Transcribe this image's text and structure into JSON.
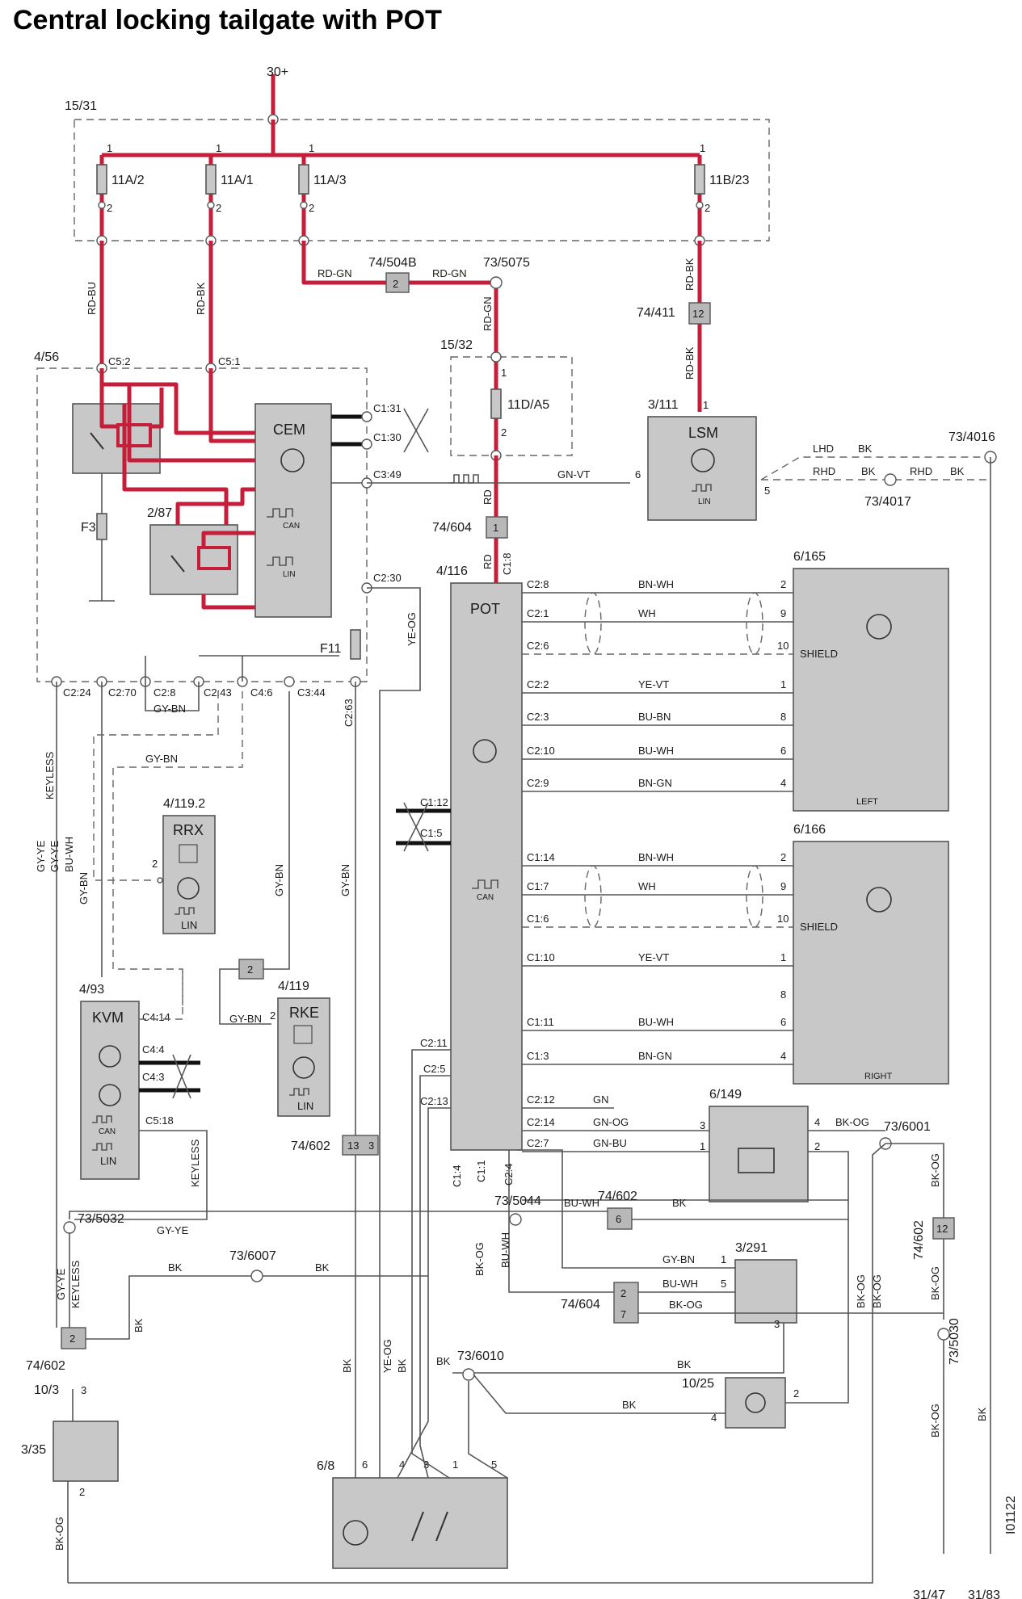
{
  "title": "Central locking tailgate with POT",
  "diagram_id": "I01122",
  "supply": {
    "terminal": "30+",
    "box": "15/31",
    "box2": "15/32"
  },
  "fuses": {
    "f1": "11A/2",
    "f2": "11A/1",
    "f3": "11A/3",
    "f4": "11B/23",
    "f5": "11D/A5",
    "f6": "F3",
    "f7": "F11",
    "pin1": "1",
    "pin2": "2"
  },
  "wires": {
    "rd_bu": "RD-BU",
    "rd_bk": "RD-BK",
    "rd_gn": "RD-GN",
    "rd": "RD",
    "gn_vt": "GN-VT",
    "bk": "BK",
    "ye_og": "YE-OG",
    "gy_bn": "GY-BN",
    "gy_ye": "GY-YE",
    "bu_wh": "BU-WH",
    "keyless": "KEYLESS",
    "bn_wh": "BN-WH",
    "wh": "WH",
    "ye_vt": "YE-VT",
    "bu_bn": "BU-BN",
    "bn_gn": "BN-GN",
    "gn": "GN",
    "gn_og": "GN-OG",
    "gn_bu": "GN-BU",
    "bk_og": "BK-OG",
    "lhd": "LHD",
    "rhd": "RHD"
  },
  "connectors": {
    "c504b": "74/504B",
    "c411": "74/411",
    "c604": "74/604",
    "c602": "74/602",
    "s5075": "73/5075",
    "s4016": "73/4016",
    "s4017": "73/4017",
    "s6001": "73/6001",
    "s5044": "73/5044",
    "s5032": "73/5032",
    "s6007": "73/6007",
    "s5030": "73/5030",
    "s6010": "73/6010",
    "g3147": "31/47",
    "g3183": "31/83",
    "n2": "2",
    "n12": "12",
    "n1": "1",
    "n13": "13",
    "n3": "3",
    "n6": "6",
    "n7": "7"
  },
  "components": {
    "cem": {
      "id": "4/56",
      "name": "CEM",
      "can": "CAN",
      "lin": "LIN"
    },
    "relay": {
      "id": "2/87"
    },
    "lsm": {
      "id": "3/111",
      "name": "LSM",
      "lin": "LIN"
    },
    "pot": {
      "id": "4/116",
      "name": "POT",
      "can": "CAN"
    },
    "motor_left": {
      "id": "6/165",
      "shield": "SHIELD",
      "side": "LEFT"
    },
    "motor_right": {
      "id": "6/166",
      "shield": "SHIELD",
      "side": "RIGHT"
    },
    "rrx": {
      "id": "4/119.2",
      "name": "RRX",
      "lin": "LIN"
    },
    "kvm": {
      "id": "4/93",
      "name": "KVM",
      "can": "CAN",
      "lin": "LIN"
    },
    "rke": {
      "id": "4/119",
      "name": "RKE",
      "lin": "LIN"
    },
    "latch": {
      "id": "6/149"
    },
    "switch": {
      "id": "3/291"
    },
    "lamp": {
      "id": "10/25"
    },
    "sw335": {
      "id": "3/35",
      "id2": "10/3"
    },
    "lockmotor": {
      "id": "6/8"
    }
  },
  "pins": {
    "c5_2": "C5:2",
    "c5_1": "C5:1",
    "c1_31": "C1:31",
    "c1_30": "C1:30",
    "c3_49": "C3:49",
    "c2_30": "C2:30",
    "c2_24": "C2:24",
    "c2_70": "C2:70",
    "c2_8": "C2:8",
    "c2_43": "C2:43",
    "c4_6": "C4:6",
    "c3_44": "C3:44",
    "c2_63": "C2:63",
    "p_c1_8": "C1:8",
    "p_c2_8": "C2:8",
    "p_c2_1": "C2:1",
    "p_c2_6": "C2:6",
    "p_c2_2": "C2:2",
    "p_c2_3": "C2:3",
    "p_c2_10": "C2:10",
    "p_c2_9": "C2:9",
    "p_c1_14": "C1:14",
    "p_c1_7": "C1:7",
    "p_c1_6": "C1:6",
    "p_c1_10": "C1:10",
    "p_c1_11": "C1:11",
    "p_c1_3": "C1:3",
    "p_c2_12": "C2:12",
    "p_c2_14": "C2:14",
    "p_c2_7": "C2:7",
    "p_c2_11": "C2:11",
    "p_c2_5": "C2:5",
    "p_c2_13": "C2:13",
    "p_c1_12": "C1:12",
    "p_c1_5": "C1:5",
    "p_c1_4": "C1:4",
    "p_c1_1": "C1:1",
    "p_c2_4": "C2:4",
    "k_c4_14": "C4:14",
    "k_c4_4": "C4:4",
    "k_c4_3": "C4:3",
    "k_c5_18": "C5:18",
    "n1": "1",
    "n2": "2",
    "n3": "3",
    "n4": "4",
    "n5": "5",
    "n6": "6",
    "n8": "8",
    "n9": "9",
    "n10": "10"
  }
}
